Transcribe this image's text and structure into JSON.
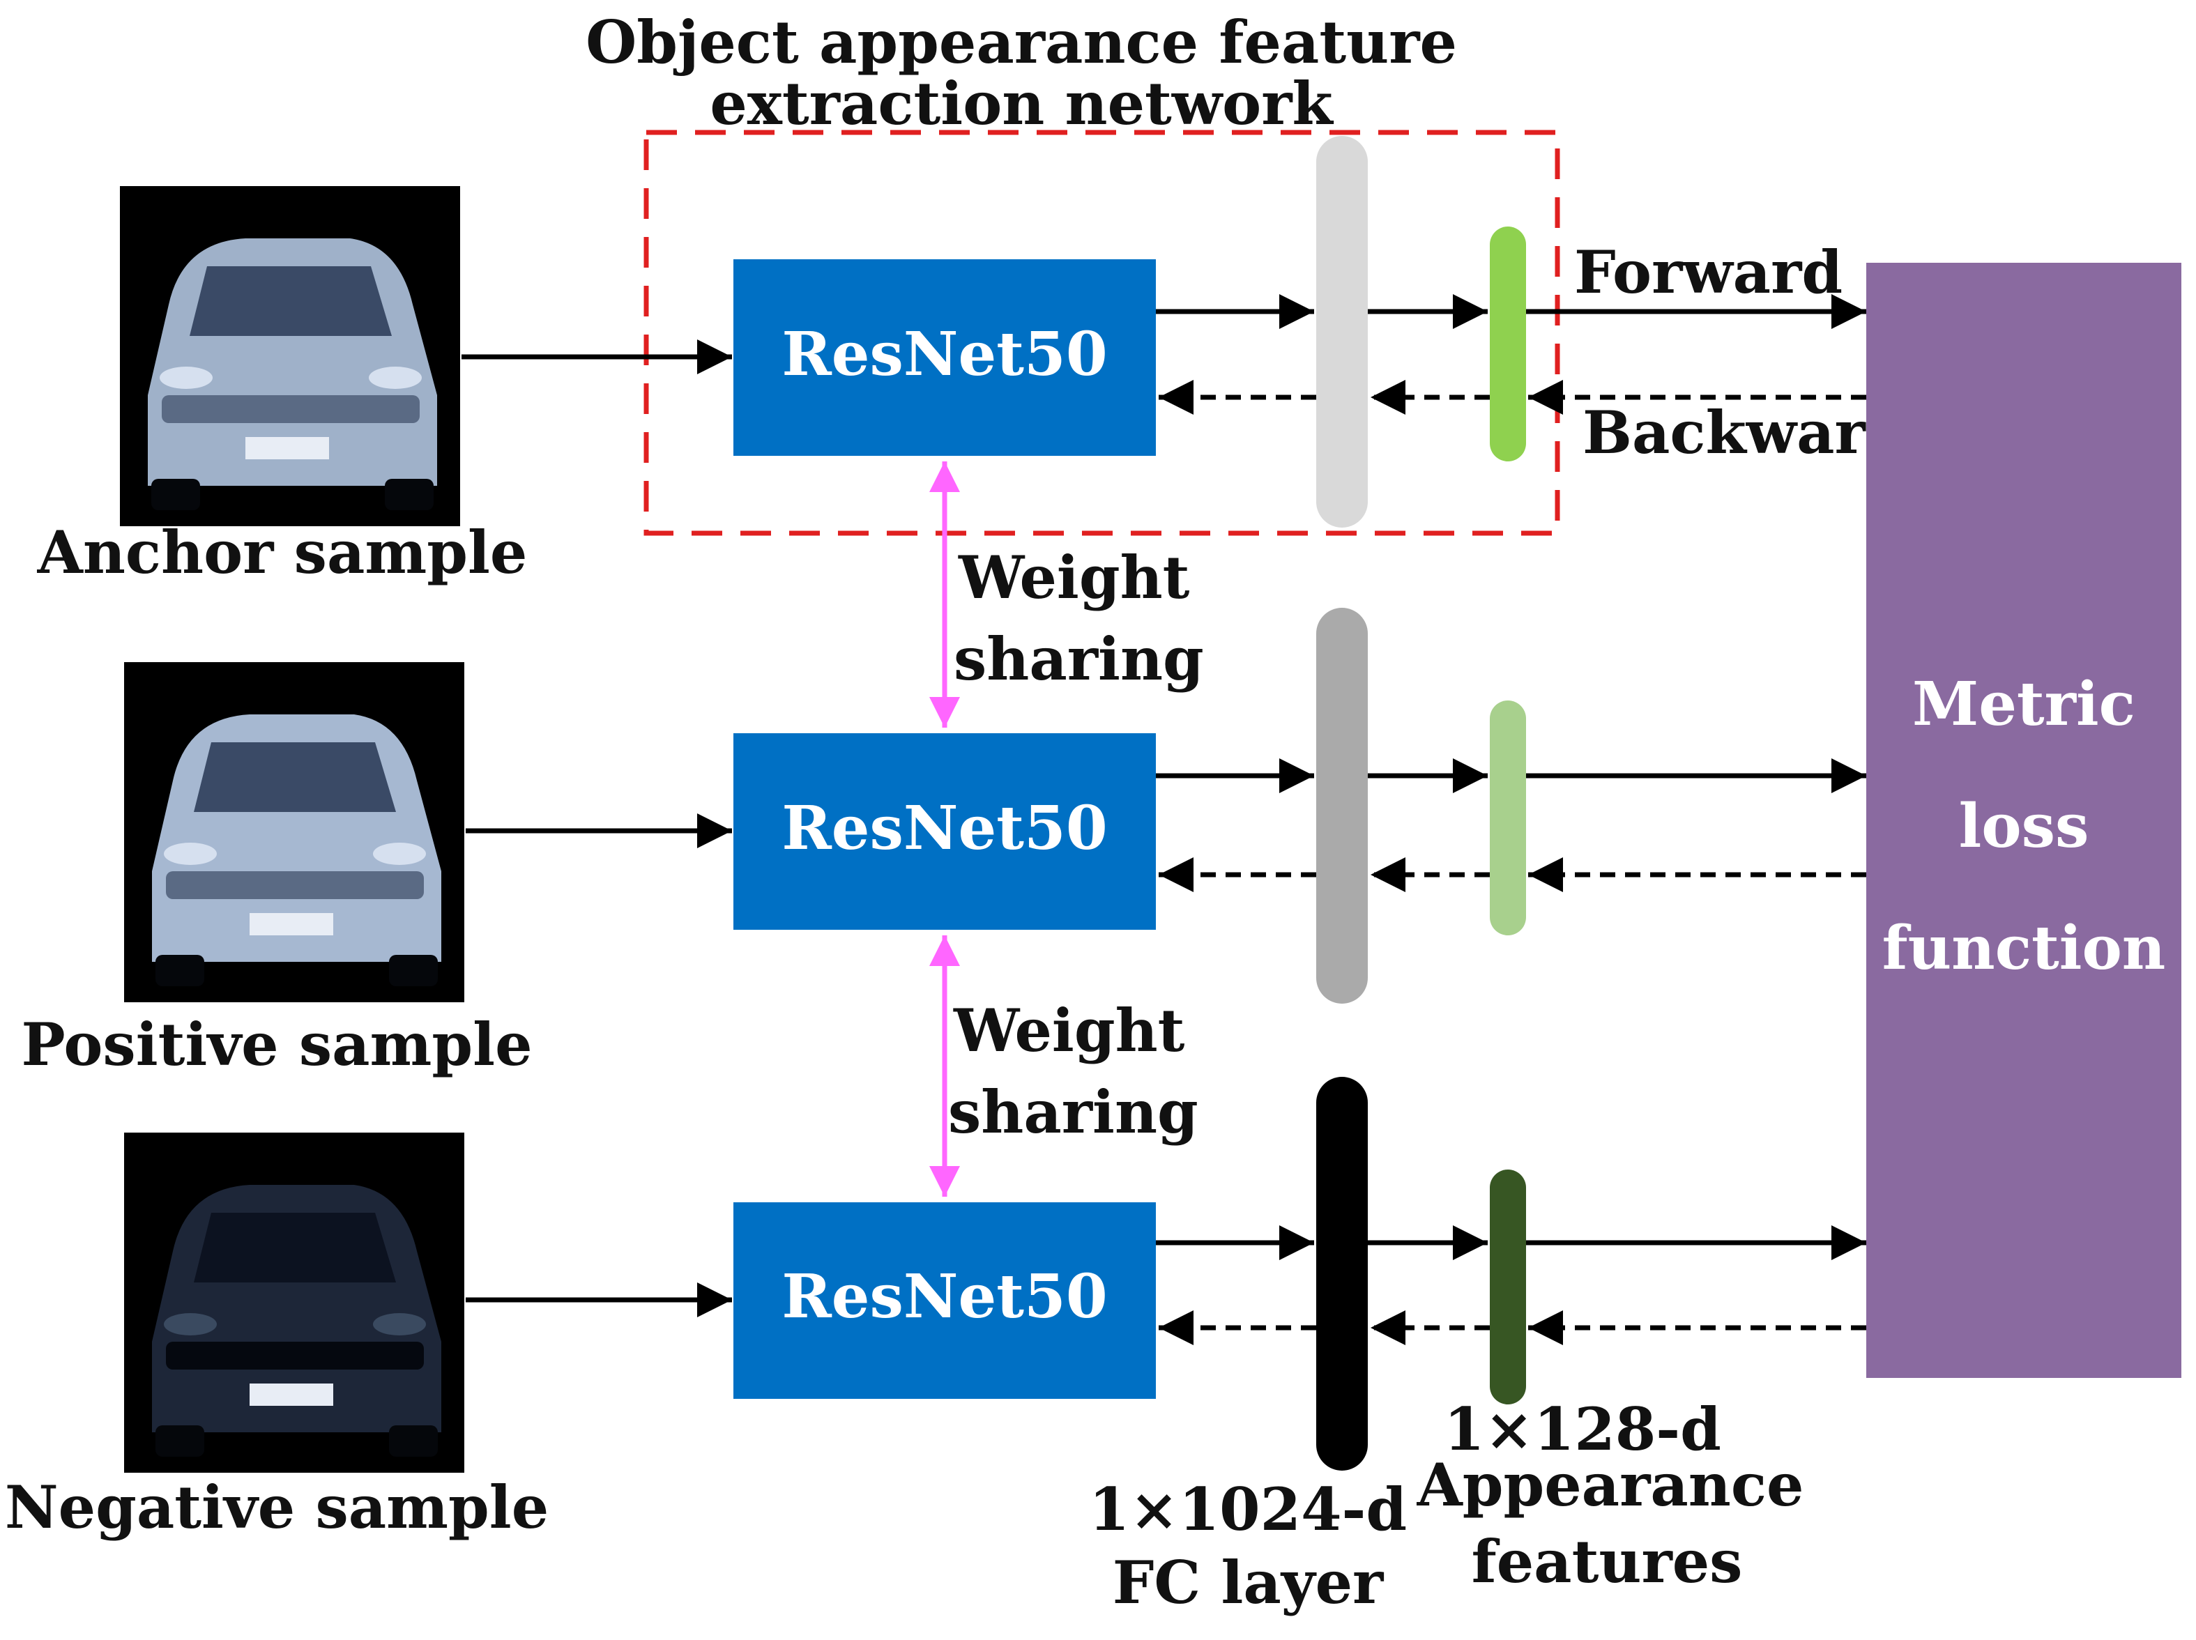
{
  "title": {
    "line1": "Object appearance feature",
    "line2": "extraction network"
  },
  "samples": [
    {
      "label": "Anchor sample",
      "car": "silver-car-photo",
      "color": "#9fb1c9"
    },
    {
      "label": "Positive sample",
      "car": "silver-car-photo",
      "color": "#a6b8d1"
    },
    {
      "label": "Negative sample",
      "car": "dark-car-photo",
      "color": "#1d2638"
    }
  ],
  "backbone": {
    "label": "ResNet50",
    "color": "#0070c4"
  },
  "weight_sharing": {
    "line1": "Weight",
    "line2": "sharing",
    "color": "#ff66ff"
  },
  "fc_layer": {
    "label_line1": "1×1024-d",
    "label_line2": "FC layer",
    "colors": [
      "#d9d9d9",
      "#aaaaaa",
      "#000000"
    ]
  },
  "appearance": {
    "label_line1": "1×128-d",
    "label_line2": "Appearance",
    "label_line3": "features",
    "colors": [
      "#8fd14f",
      "#a8d08d",
      "#375623"
    ]
  },
  "flow": {
    "forward": "Forward",
    "backward": "Backward"
  },
  "loss": {
    "line1": "Metric",
    "line2": "loss",
    "line3": "function",
    "color": "#8a6aa0"
  },
  "extraction_box_color": "#e02020"
}
